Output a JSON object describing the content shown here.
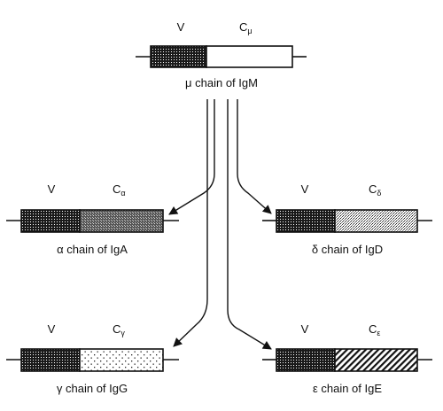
{
  "chains": {
    "mu": {
      "v_label": "V",
      "c_label": "C",
      "c_sub": "μ",
      "caption": "μ chain of IgM"
    },
    "alpha": {
      "v_label": "V",
      "c_label": "C",
      "c_sub": "α",
      "caption": "α chain of IgA"
    },
    "delta": {
      "v_label": "V",
      "c_label": "C",
      "c_sub": "δ",
      "caption": "δ chain of IgD"
    },
    "gamma": {
      "v_label": "V",
      "c_label": "C",
      "c_sub": "γ",
      "caption": "γ chain of IgG"
    },
    "epsilon": {
      "v_label": "V",
      "c_label": "C",
      "c_sub": "ε",
      "caption": "ε chain of IgE"
    }
  },
  "colors": {
    "ink": "#111111",
    "background": "#ffffff"
  }
}
